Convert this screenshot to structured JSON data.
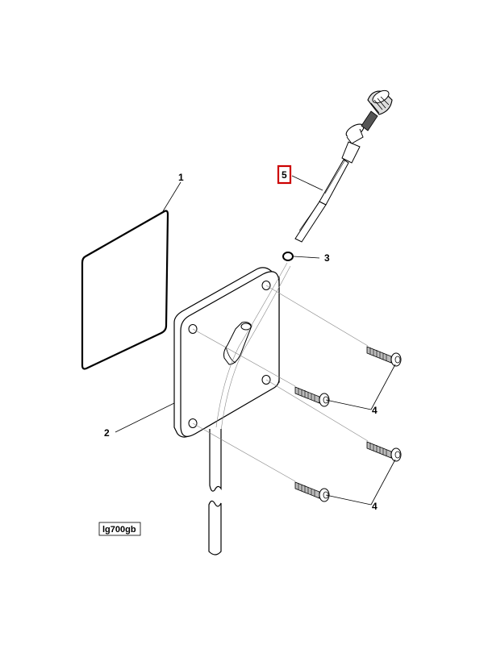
{
  "diagram": {
    "reference_code": "lg700gb",
    "highlight_color": "#cc0000",
    "callouts": {
      "gasket": "1",
      "plate": "2",
      "oring": "3",
      "bolts_upper": "4",
      "bolts_lower": "4",
      "dipstick": "5"
    }
  }
}
